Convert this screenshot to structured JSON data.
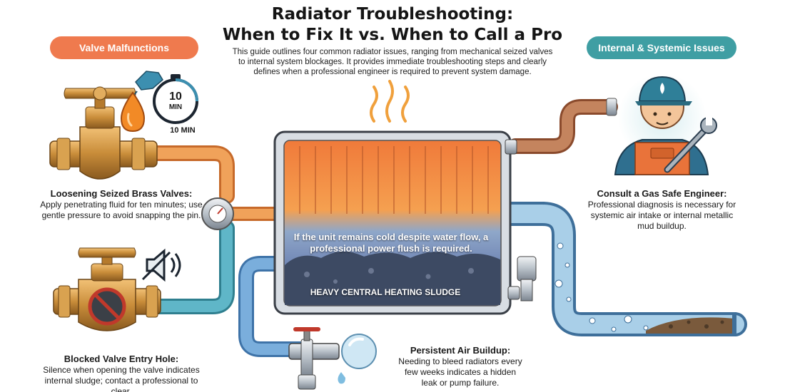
{
  "title": {
    "line1": "Radiator Troubleshooting:",
    "line2": "When to Fix It vs. When to Call a Pro"
  },
  "intro": "This guide outlines four common radiator issues, ranging from mechanical seized valves to internal system blockages. It provides immediate troubleshooting steps and clearly defines when a professional engineer is required to prevent system damage.",
  "sections": {
    "left_label": "Valve Malfunctions",
    "right_label": "Internal & Systemic Issues"
  },
  "timer": {
    "number": "10",
    "unit": "MIN",
    "caption": "10 MIN"
  },
  "blocks": {
    "seized": {
      "heading": "Loosening Seized Brass Valves:",
      "body": "Apply penetrating fluid for ten minutes; use gentle pressure to avoid snapping the pin."
    },
    "blocked": {
      "heading": "Blocked Valve Entry Hole:",
      "body": "Silence when opening the valve indicates internal sludge; contact a professional to clear."
    },
    "air": {
      "heading": "Persistent Air Buildup:",
      "body": "Needing to bleed radiators every few weeks indicates a hidden leak or pump failure."
    },
    "engineer": {
      "heading": "Consult a Gas Safe Engineer:",
      "body": "Professional diagnosis is necessary for systemic air intake or internal metallic mud buildup."
    }
  },
  "radiator": {
    "callout": "If the unit remains cold despite water flow, a professional power flush is required.",
    "sludge_label": "HEAVY CENTRAL HEATING SLUDGE"
  },
  "icons": [
    "brass-valve-icon",
    "hand-icon",
    "oil-drop-icon",
    "stopwatch-icon",
    "blocked-valve-icon",
    "muted-speaker-icon",
    "radiator-icon",
    "heat-waves-icon",
    "bleed-valve-icon",
    "air-bubble-icon",
    "engineer-icon",
    "wrench-icon",
    "sludge-pipe-icon"
  ],
  "colors": {
    "valve_pill": "#ef7a4e",
    "systemic_pill": "#3f9ea3",
    "pipe_orange": "#f0a25a",
    "pipe_blue": "#5fb6c8",
    "brass": "#c98d3a"
  }
}
